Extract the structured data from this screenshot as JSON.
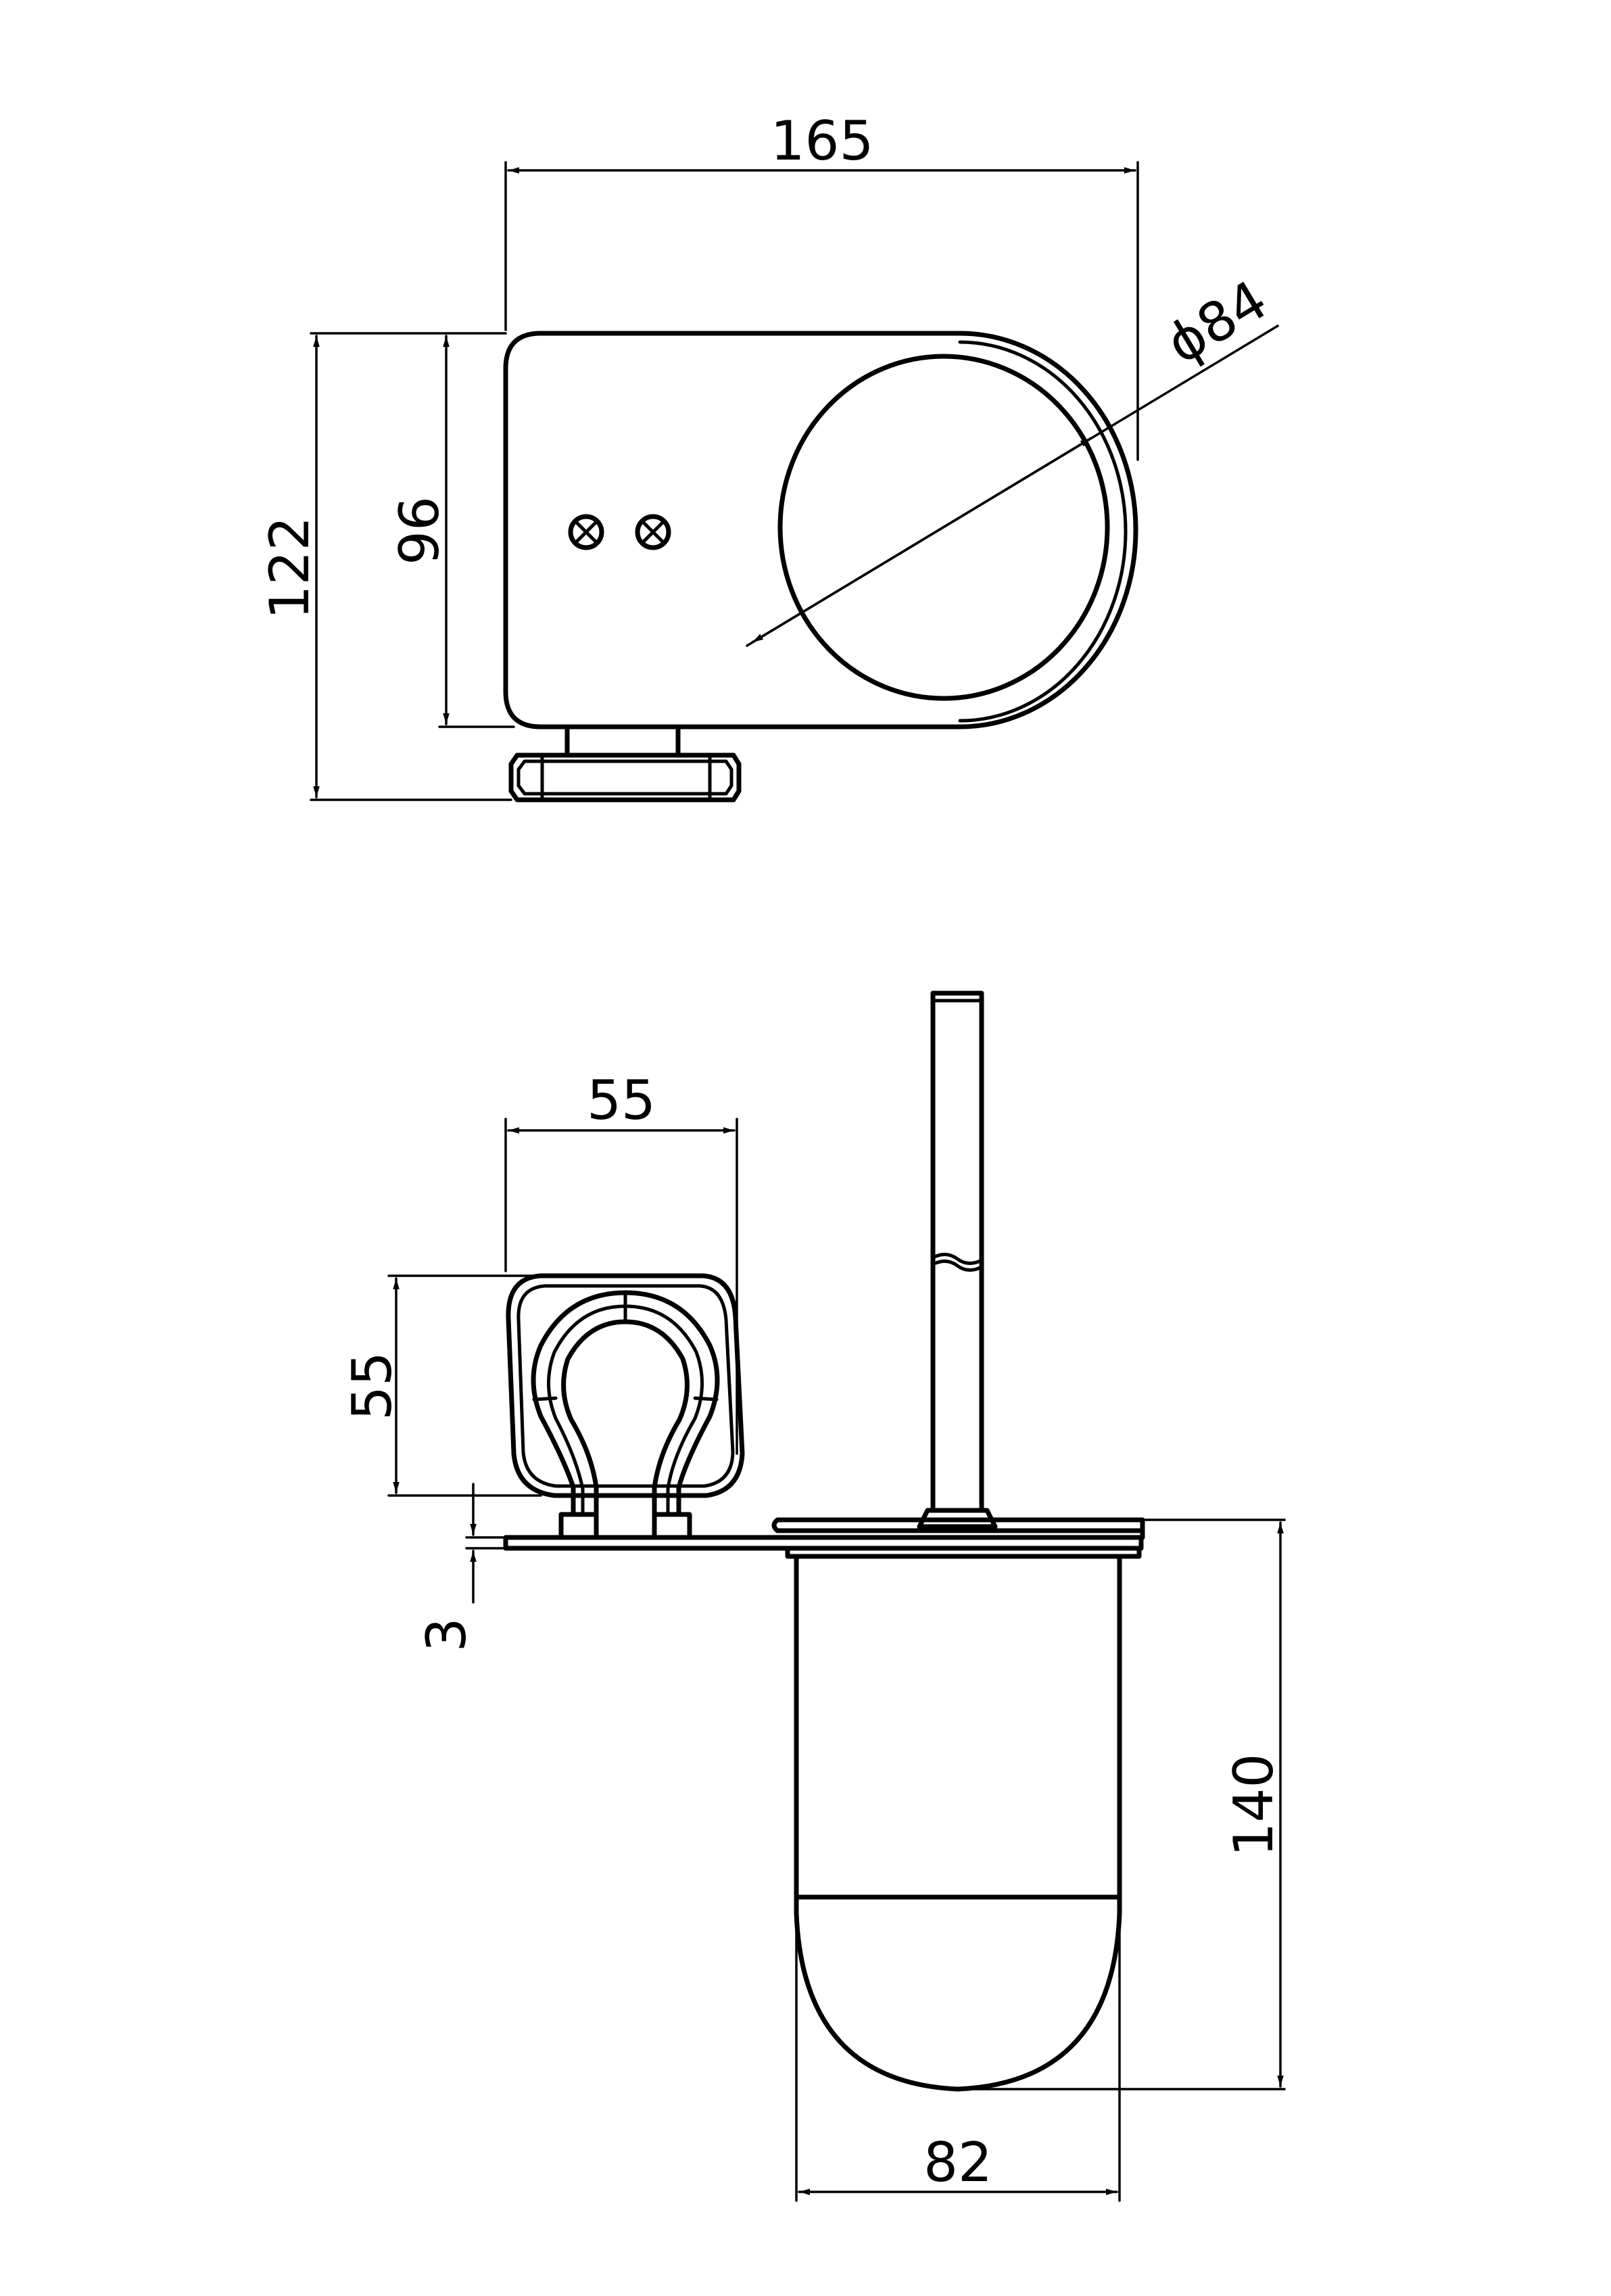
{
  "dimensions": {
    "top_width": "165",
    "top_diameter": "ϕ84",
    "top_height_total": "122",
    "top_height_body": "96",
    "holder_width": "55",
    "holder_height": "55",
    "plate_thickness": "3",
    "cup_height": "140",
    "cup_width": "82"
  },
  "colors": {
    "line": "#000000",
    "background": "#ffffff"
  }
}
